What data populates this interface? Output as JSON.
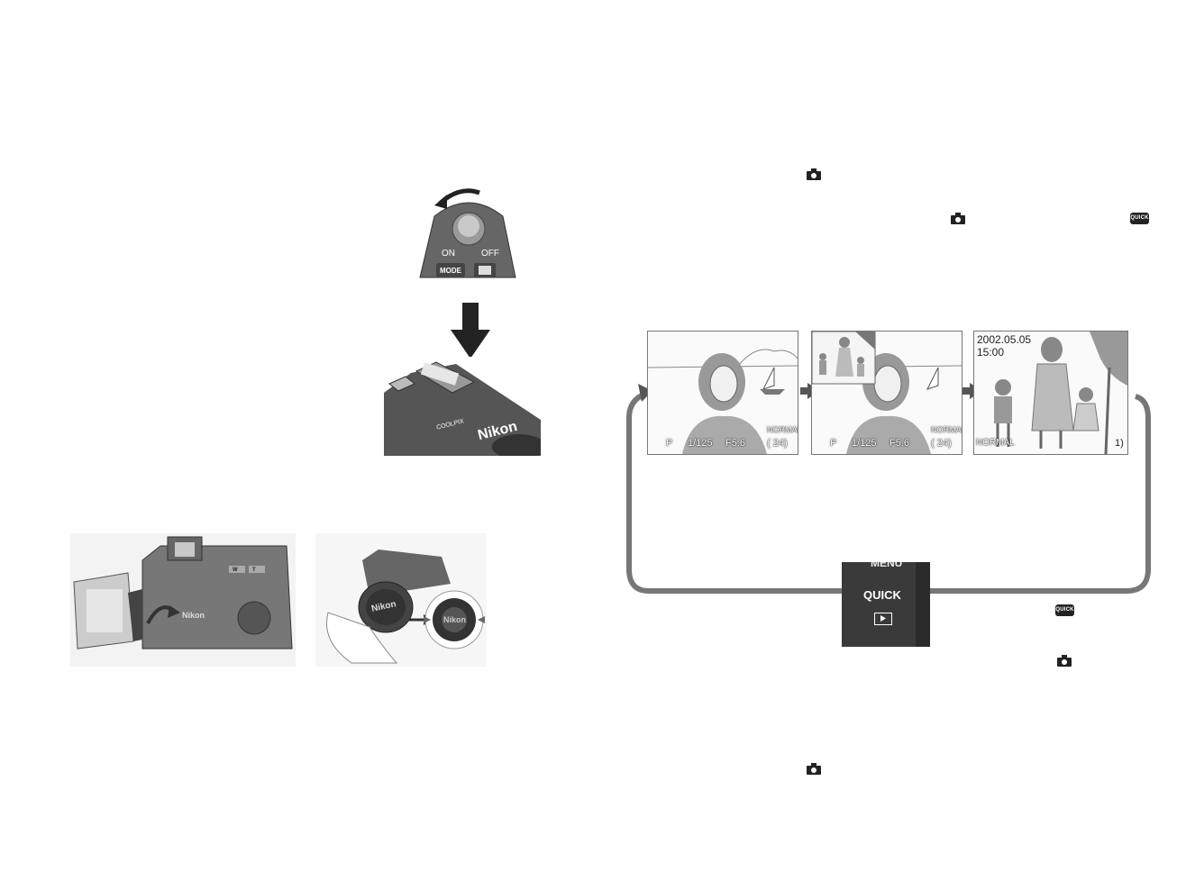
{
  "power_switch": {
    "on": "ON",
    "off": "OFF",
    "mode": "MODE"
  },
  "camera": {
    "brand": "Nikon",
    "model": "COOLPIX",
    "zoom_w": "W",
    "zoom_t": "T"
  },
  "lens_cap": {
    "brand": "Nikon"
  },
  "screens": [
    {
      "mode": "P",
      "shutter": "1/125",
      "aperture": "F5.6",
      "quality": "NORMAL",
      "count": "( 24)"
    },
    {
      "mode": "P",
      "shutter": "1/125",
      "aperture": "F5.6",
      "quality": "NORMAL",
      "count": "( 24)"
    },
    {
      "date": "2002.05.05",
      "time": "15:00",
      "quality": "NORMAL",
      "frame": "1)"
    }
  ],
  "quick_panel": {
    "menu": "MENU",
    "quick": "QUICK"
  },
  "quick_icon_label": "QUICK",
  "icons": [
    "camera-icon",
    "quick-icon",
    "play-icon",
    "arrow-icon"
  ]
}
